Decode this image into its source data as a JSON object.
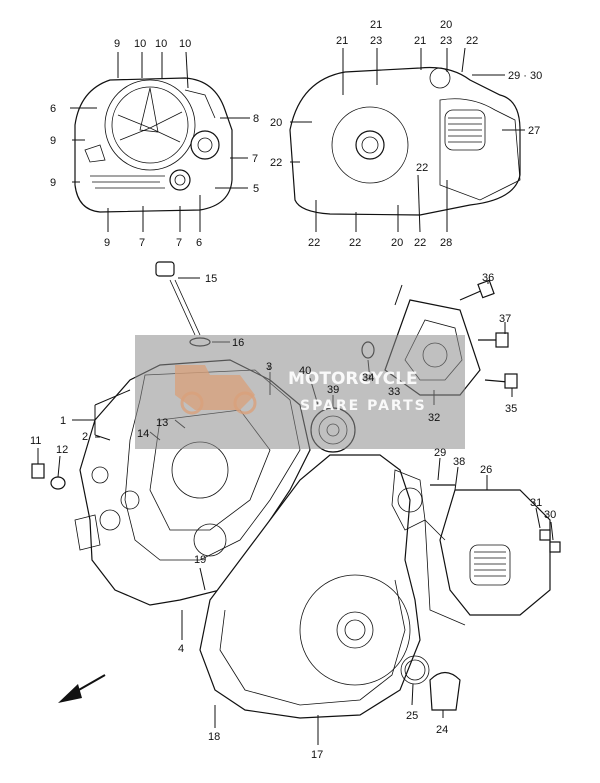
{
  "callouts": {
    "c1": "1",
    "c2": "2",
    "c3": "3",
    "c4": "4",
    "c5": "5",
    "c6a": "6",
    "c6b": "6",
    "c7a": "7",
    "c7b": "7",
    "c7c": "7",
    "c8": "8",
    "c9a": "9",
    "c9b": "9",
    "c9c": "9",
    "c9d": "9",
    "c10a": "10",
    "c10b": "10",
    "c10c": "10",
    "c11": "11",
    "c12": "12",
    "c13": "13",
    "c14": "14",
    "c15": "15",
    "c16": "16",
    "c17": "17",
    "c18": "18",
    "c19": "19",
    "c20a": "20",
    "c20b": "20",
    "c20c": "20",
    "c21a": "21",
    "c21b": "21",
    "c21c": "21",
    "c22a": "22",
    "c22b": "22",
    "c22c": "22",
    "c22d": "22",
    "c22e": "22",
    "c22f": "22",
    "c23a": "23",
    "c23b": "23",
    "c24": "24",
    "c25": "25",
    "c26": "26",
    "c27": "27",
    "c28": "28",
    "c29a": "29",
    "c2930": "29 · 30",
    "c30": "30",
    "c31": "31",
    "c32": "32",
    "c33": "33",
    "c34": "34",
    "c35": "35",
    "c36": "36",
    "c37": "37",
    "c38": "38",
    "c39": "39",
    "c40": "40"
  },
  "watermark": {
    "line1": "MOTORCYCLE",
    "line2": "SPARE PARTS"
  },
  "colors": {
    "line": "#111111",
    "watermark_bg": "#8c8c8c",
    "watermark_logo": "#d9a07a"
  }
}
